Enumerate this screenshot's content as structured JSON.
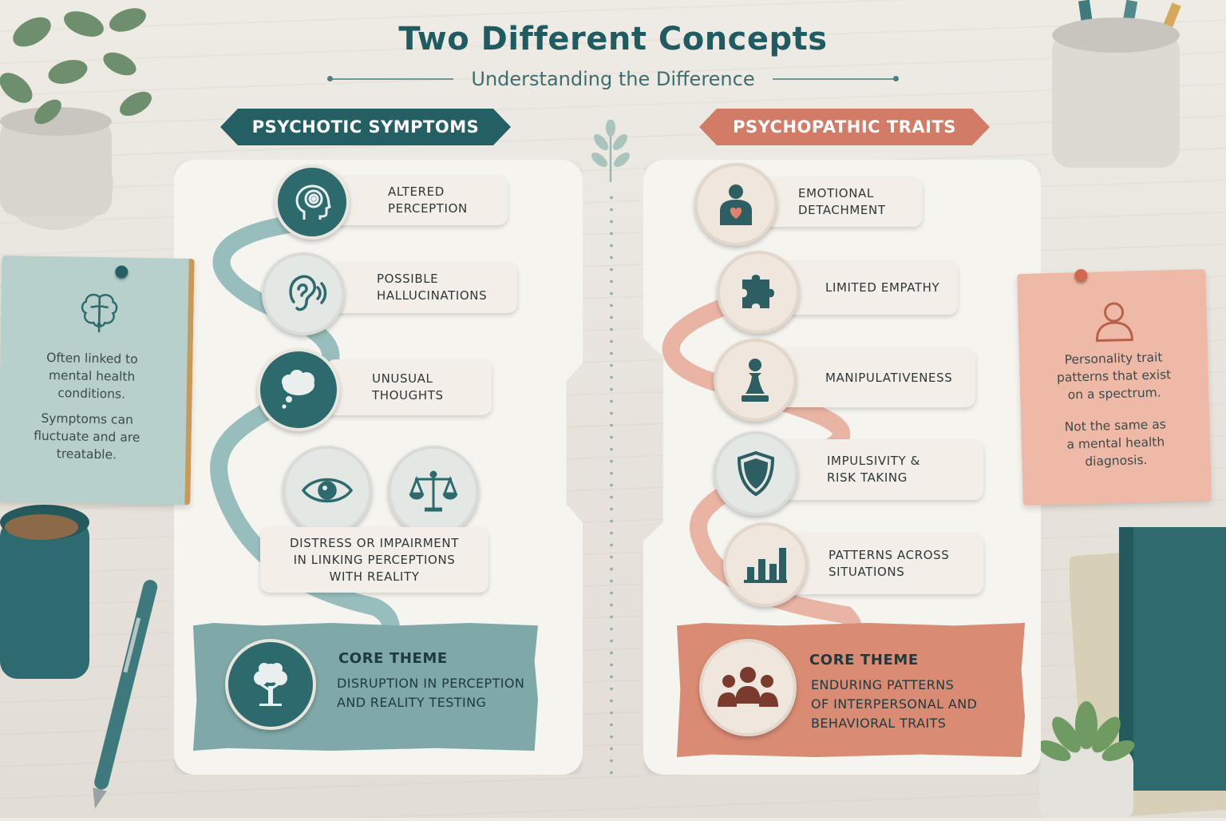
{
  "header": {
    "title": "Two Different Concepts",
    "subtitle": "Understanding the Difference"
  },
  "left": {
    "heading": "PSYCHOTIC SYMPTOMS",
    "items": [
      {
        "line1": "ALTERED",
        "line2": "PERCEPTION",
        "icon": "head-spiral-icon"
      },
      {
        "line1": "POSSIBLE",
        "line2": "HALLUCINATIONS",
        "icon": "ear-sound-icon"
      },
      {
        "line1": "UNUSUAL",
        "line2": "THOUGHTS",
        "icon": "thought-cloud-icon"
      },
      {
        "line1": "DISTRESS OR IMPAIRMENT",
        "line2": "IN LINKING PERCEPTIONS",
        "line3": "WITH REALITY",
        "icons": [
          "eye-icon",
          "scales-icon"
        ]
      }
    ],
    "core": {
      "heading": "CORE THEME",
      "line1": "DISRUPTION IN PERCEPTION",
      "line2": "AND REALITY TESTING",
      "icon": "tree-icon"
    },
    "note": {
      "icon": "brain-icon",
      "p1": [
        "Often linked to",
        "mental health",
        "conditions."
      ],
      "p2": [
        "Symptoms can",
        "fluctuate and are",
        "treatable."
      ]
    }
  },
  "right": {
    "heading": "PSYCHOPATHIC TRAITS",
    "items": [
      {
        "line1": "EMOTIONAL",
        "line2": "DETACHMENT",
        "icon": "person-heart-icon"
      },
      {
        "line1": "LIMITED EMPATHY",
        "icon": "puzzle-piece-icon"
      },
      {
        "line1": "MANIPULATIVENESS",
        "icon": "chess-pawn-icon"
      },
      {
        "line1": "IMPULSIVITY &",
        "line2": "RISK TAKING",
        "icon": "shield-icon"
      },
      {
        "line1": "PATTERNS ACROSS",
        "line2": "SITUATIONS",
        "icon": "bar-chart-icon"
      }
    ],
    "core": {
      "heading": "CORE THEME",
      "line1": "ENDURING PATTERNS",
      "line2": "OF INTERPERSONAL AND",
      "line3": "BEHAVIORAL TRAITS",
      "icon": "group-people-icon"
    },
    "note": {
      "icon": "person-outline-icon",
      "p1": [
        "Personality trait",
        "patterns that exist",
        "on a spectrum."
      ],
      "p2": [
        "Not the same as",
        "a mental health",
        "diagnosis."
      ]
    }
  },
  "colors": {
    "teal": "#245f64",
    "coral": "#d27b66",
    "teal_path": "#7fb0b0",
    "coral_path": "#e6a895"
  }
}
